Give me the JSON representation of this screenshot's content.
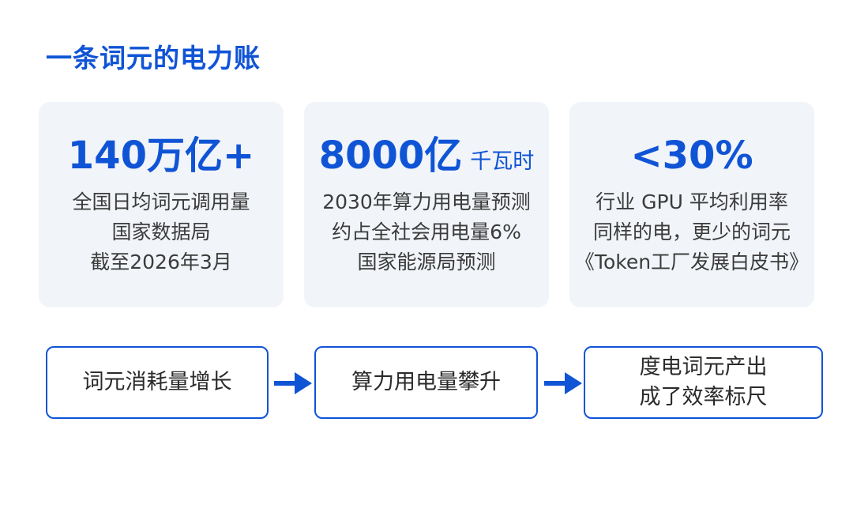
{
  "title": "一条词元的电力账",
  "cards": [
    {
      "value": "140万亿+",
      "unit": "",
      "lines": [
        "全国日均词元调用量",
        "国家数据局",
        "截至2026年3月"
      ]
    },
    {
      "value": "8000亿",
      "unit": "千瓦时",
      "lines": [
        "2030年算力用电量预测",
        "约占全社会用电量6%",
        "国家能源局预测"
      ]
    },
    {
      "value": "<30%",
      "unit": "",
      "lines": [
        "行业 GPU 平均利用率",
        "同样的电，更少的词元",
        "《Token工厂发展白皮书》"
      ]
    }
  ],
  "flow": [
    {
      "lines": [
        "词元消耗量增长"
      ]
    },
    {
      "lines": [
        "算力用电量攀升"
      ]
    },
    {
      "lines": [
        "度电词元产出",
        "成了效率标尺"
      ]
    }
  ],
  "colors": {
    "accent": "#1054d6",
    "card_bg": "#f1f4f8",
    "text": "#3b3b3b"
  },
  "icons": {
    "flow_arrow": "arrow-right-icon"
  }
}
